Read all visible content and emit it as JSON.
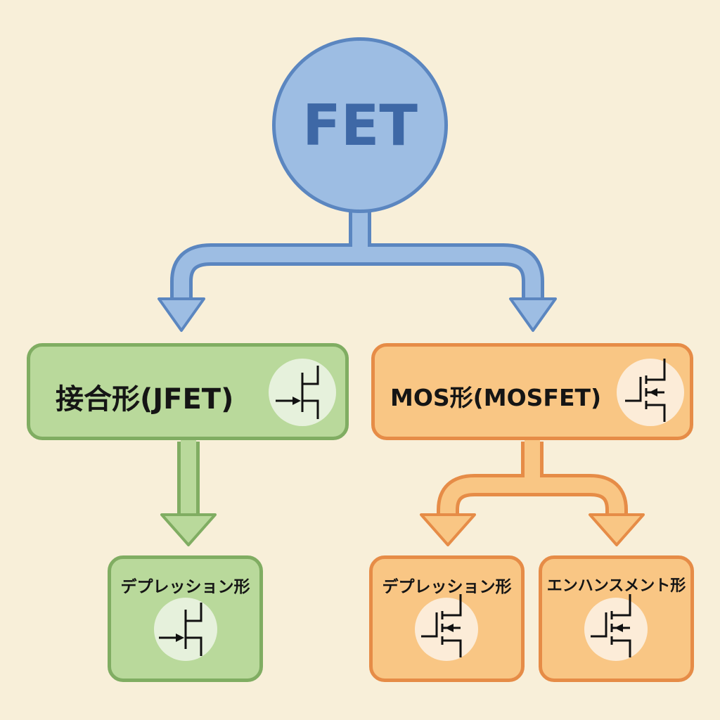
{
  "root": {
    "label": "FET"
  },
  "branches": [
    {
      "label": "接合形(JFET)",
      "symbol": "jfet-symbol-icon",
      "children": [
        {
          "label": "デプレッション形",
          "symbol": "jfet-symbol-icon"
        }
      ]
    },
    {
      "label": "MOS形(MOSFET)",
      "symbol": "mosfet-symbol-icon",
      "children": [
        {
          "label": "デプレッション形",
          "symbol": "mosfet-symbol-icon"
        },
        {
          "label": "エンハンスメント形",
          "symbol": "mosfet-symbol-icon"
        }
      ]
    }
  ],
  "colors": {
    "background": "#f8efd9",
    "blue": "#9dbde3",
    "blue_stroke": "#5b86c0",
    "green": "#b9d99b",
    "green_stroke": "#80ad62",
    "orange": "#f9c684",
    "orange_stroke": "#e68c47"
  }
}
